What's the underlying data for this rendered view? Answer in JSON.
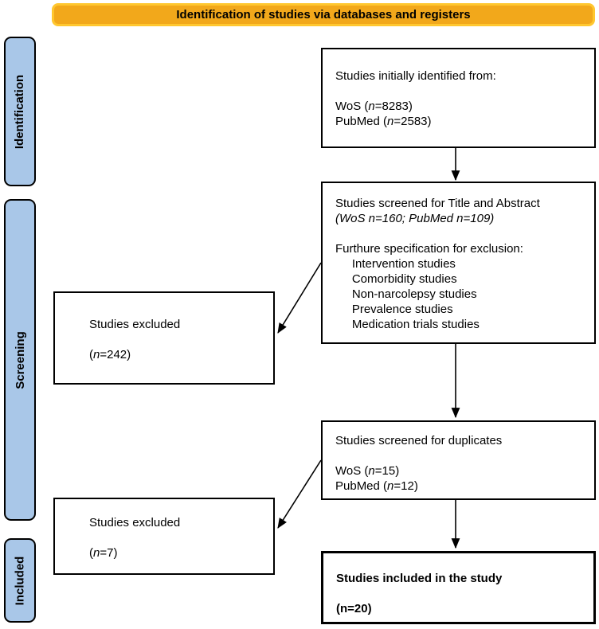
{
  "banner": {
    "label": "Identification of studies via databases and registers"
  },
  "colors": {
    "banner_fill": "#F2A81B",
    "banner_border": "#FFC72F",
    "stage_fill": "#A9C7E8"
  },
  "stages": [
    {
      "label": "Identification"
    },
    {
      "label": "Screening"
    },
    {
      "label": "Included"
    }
  ],
  "boxes": {
    "identified": {
      "lines": [
        [
          {
            "t": "Studies initially identified from:"
          }
        ],
        [],
        [
          {
            "t": "WoS ("
          },
          {
            "t": "n",
            "i": true
          },
          {
            "t": "=8283)"
          }
        ],
        [
          {
            "t": "PubMed ("
          },
          {
            "t": "n",
            "i": true
          },
          {
            "t": "=2583)"
          }
        ]
      ]
    },
    "screened_title_abstract": {
      "lines": [
        [
          {
            "t": "Studies screened for Title and Abstract"
          }
        ],
        [
          {
            "t": "(WoS n=160; PubMed n=109)",
            "i": true
          }
        ],
        [],
        [
          {
            "t": "Furthure specification for exclusion:"
          }
        ],
        [
          {
            "t": "     Intervention studies"
          }
        ],
        [
          {
            "t": "     Comorbidity studies"
          }
        ],
        [
          {
            "t": "     Non-narcolepsy studies"
          }
        ],
        [
          {
            "t": "     Prevalence studies"
          }
        ],
        [
          {
            "t": "     Medication trials studies"
          }
        ]
      ]
    },
    "excluded_1": {
      "lines": [
        [
          {
            "t": "Studies excluded"
          }
        ],
        [],
        [
          {
            "t": "("
          },
          {
            "t": "n",
            "i": true
          },
          {
            "t": "=242)"
          }
        ]
      ]
    },
    "screened_duplicates": {
      "lines": [
        [
          {
            "t": "Studies screened for duplicates"
          }
        ],
        [],
        [
          {
            "t": "WoS ("
          },
          {
            "t": "n",
            "i": true
          },
          {
            "t": "=15)"
          }
        ],
        [
          {
            "t": "PubMed ("
          },
          {
            "t": "n",
            "i": true
          },
          {
            "t": "=12)"
          }
        ]
      ]
    },
    "excluded_2": {
      "lines": [
        [
          {
            "t": "Studies excluded"
          }
        ],
        [],
        [
          {
            "t": "("
          },
          {
            "t": "n",
            "i": true
          },
          {
            "t": "=7)"
          }
        ]
      ]
    },
    "included_final": {
      "lines": [
        [
          {
            "t": "Studies included in the study"
          }
        ],
        [],
        [
          {
            "t": "(n=20)"
          }
        ]
      ]
    }
  }
}
